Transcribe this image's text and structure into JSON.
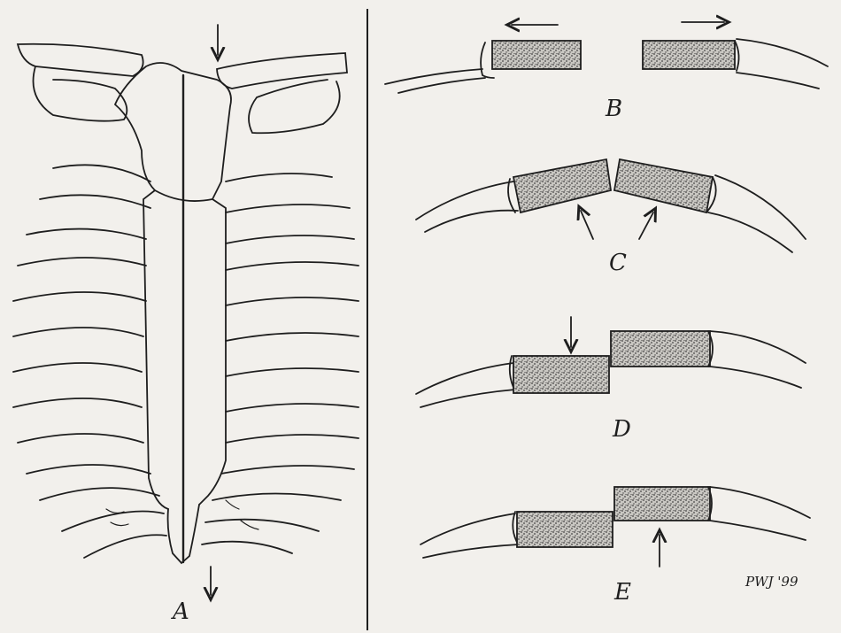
{
  "panels": {
    "a": {
      "label": "A"
    },
    "b": {
      "label": "B"
    },
    "c": {
      "label": "C"
    },
    "d": {
      "label": "D"
    },
    "e": {
      "label": "E"
    }
  },
  "signature": "PWJ '99",
  "colors": {
    "ink": "#1e1e1e",
    "paper": "#f2f0ec",
    "stipple": "#555555"
  }
}
